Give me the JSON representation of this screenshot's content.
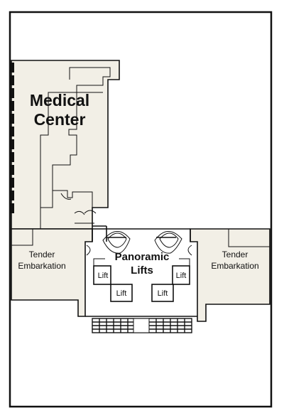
{
  "labels": {
    "medical_center_line1": "Medical",
    "medical_center_line2": "Center",
    "tender_left_line1": "Tender",
    "tender_left_line2": "Embarkation",
    "tender_right_line1": "Tender",
    "tender_right_line2": "Embarkation",
    "panoramic_line1": "Panoramic",
    "panoramic_line2": "Lifts",
    "lift_label": "Lift"
  },
  "colors": {
    "room_fill": "#f2efe6",
    "line": "#111111",
    "background": "#ffffff"
  }
}
